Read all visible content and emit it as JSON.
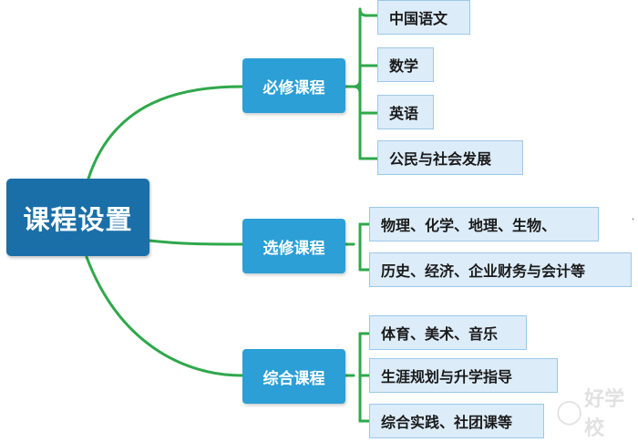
{
  "root": {
    "label": "课程设置"
  },
  "branches": [
    {
      "label": "必修课程",
      "items": [
        "中国语文",
        "数学",
        "英语",
        "公民与社会发展"
      ]
    },
    {
      "label": "选修课程",
      "items": [
        "物理、化学、地理、生物、",
        "历史、经济、企业财务与会计等"
      ]
    },
    {
      "label": "综合课程",
      "items": [
        "体育、美术、音乐",
        "生涯规划与升学指导",
        "综合实践、社团课等"
      ]
    }
  ],
  "watermark": {
    "text": "好学校"
  },
  "colors": {
    "root": "#1a6fa8",
    "branch": "#2b9fd6",
    "leaf_bg": "#dcecf9",
    "leaf_border": "#9cc8e8",
    "connector": "#2ea84a"
  }
}
